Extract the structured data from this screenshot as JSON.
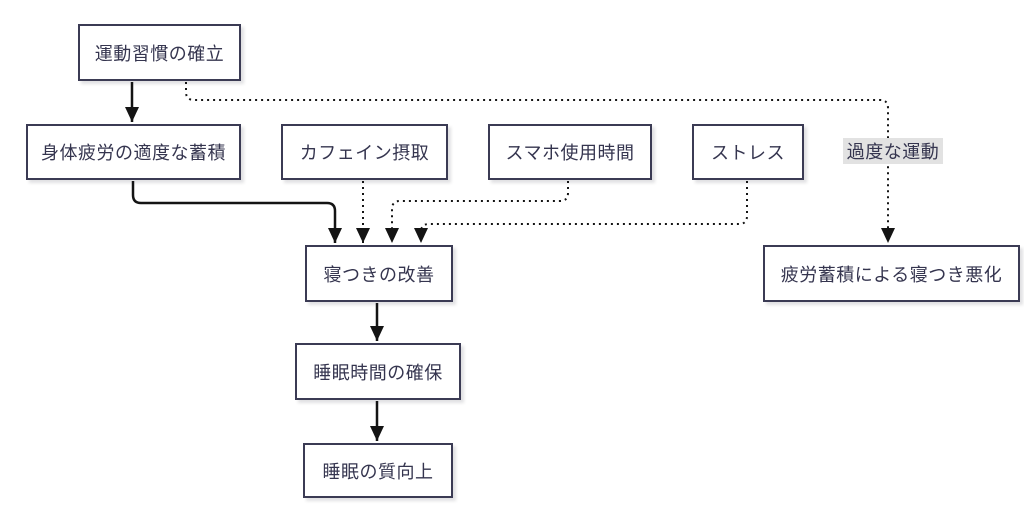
{
  "diagram": {
    "type": "flowchart",
    "colors": {
      "canvas_bg": "#ffffff",
      "node_fill": "#ffffff",
      "node_border": "#3b3b54",
      "node_text": "#35354f",
      "edge_line": "#141414",
      "edge_label_bg": "#e2e2e2"
    },
    "nodes": [
      {
        "id": "exercise",
        "label": "運動習慣の確立"
      },
      {
        "id": "fatigue",
        "label": "身体疲労の適度な蓄積"
      },
      {
        "id": "caffeine",
        "label": "カフェイン摂取"
      },
      {
        "id": "smartphone",
        "label": "スマホ使用時間"
      },
      {
        "id": "stress",
        "label": "ストレス"
      },
      {
        "id": "sleep-onset",
        "label": "寝つきの改善"
      },
      {
        "id": "worse-onset",
        "label": "疲労蓄積による寝つき悪化"
      },
      {
        "id": "sleep-duration",
        "label": "睡眠時間の確保"
      },
      {
        "id": "sleep-quality",
        "label": "睡眠の質向上"
      }
    ],
    "edges": [
      {
        "from": "exercise",
        "to": "fatigue",
        "style": "solid",
        "label": ""
      },
      {
        "from": "fatigue",
        "to": "sleep-onset",
        "style": "solid",
        "label": ""
      },
      {
        "from": "caffeine",
        "to": "sleep-onset",
        "style": "dotted",
        "label": ""
      },
      {
        "from": "smartphone",
        "to": "sleep-onset",
        "style": "dotted",
        "label": ""
      },
      {
        "from": "stress",
        "to": "sleep-onset",
        "style": "dotted",
        "label": ""
      },
      {
        "from": "exercise",
        "to": "worse-onset",
        "style": "dotted",
        "label": "過度な運動"
      },
      {
        "from": "sleep-onset",
        "to": "sleep-duration",
        "style": "solid",
        "label": ""
      },
      {
        "from": "sleep-duration",
        "to": "sleep-quality",
        "style": "solid",
        "label": ""
      }
    ],
    "edge_label": {
      "text": "過度な運動"
    }
  }
}
